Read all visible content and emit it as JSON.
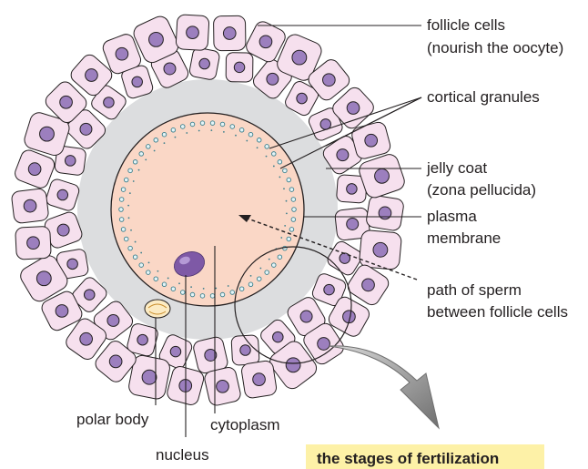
{
  "labels": {
    "follicle_cells": [
      "follicle cells",
      "(nourish the oocyte)"
    ],
    "cortical_granules": "cortical granules",
    "jelly_coat": [
      "jelly coat",
      "(zona pellucida)"
    ],
    "plasma_membrane": [
      "plasma",
      "membrane"
    ],
    "path_of_sperm": [
      "path of sperm",
      "between follicle cells"
    ],
    "polar_body": "polar body",
    "cytoplasm": "cytoplasm",
    "nucleus": "nucleus"
  },
  "banner": "the stages of fertilization",
  "colors": {
    "follicle_cell_fill": "#f6e0ee",
    "follicle_nucleus": "#9c7fbe",
    "jelly_coat": "#dcdddf",
    "cytoplasm": "#fad7c6",
    "cortical_granule": "#e3f4f7",
    "oocyte_nucleus": "#7e59a6",
    "polar_body": "#fcebc3",
    "arrow": "#8c8c8c",
    "banner": "#fdf1a7",
    "line": "#231f20"
  }
}
